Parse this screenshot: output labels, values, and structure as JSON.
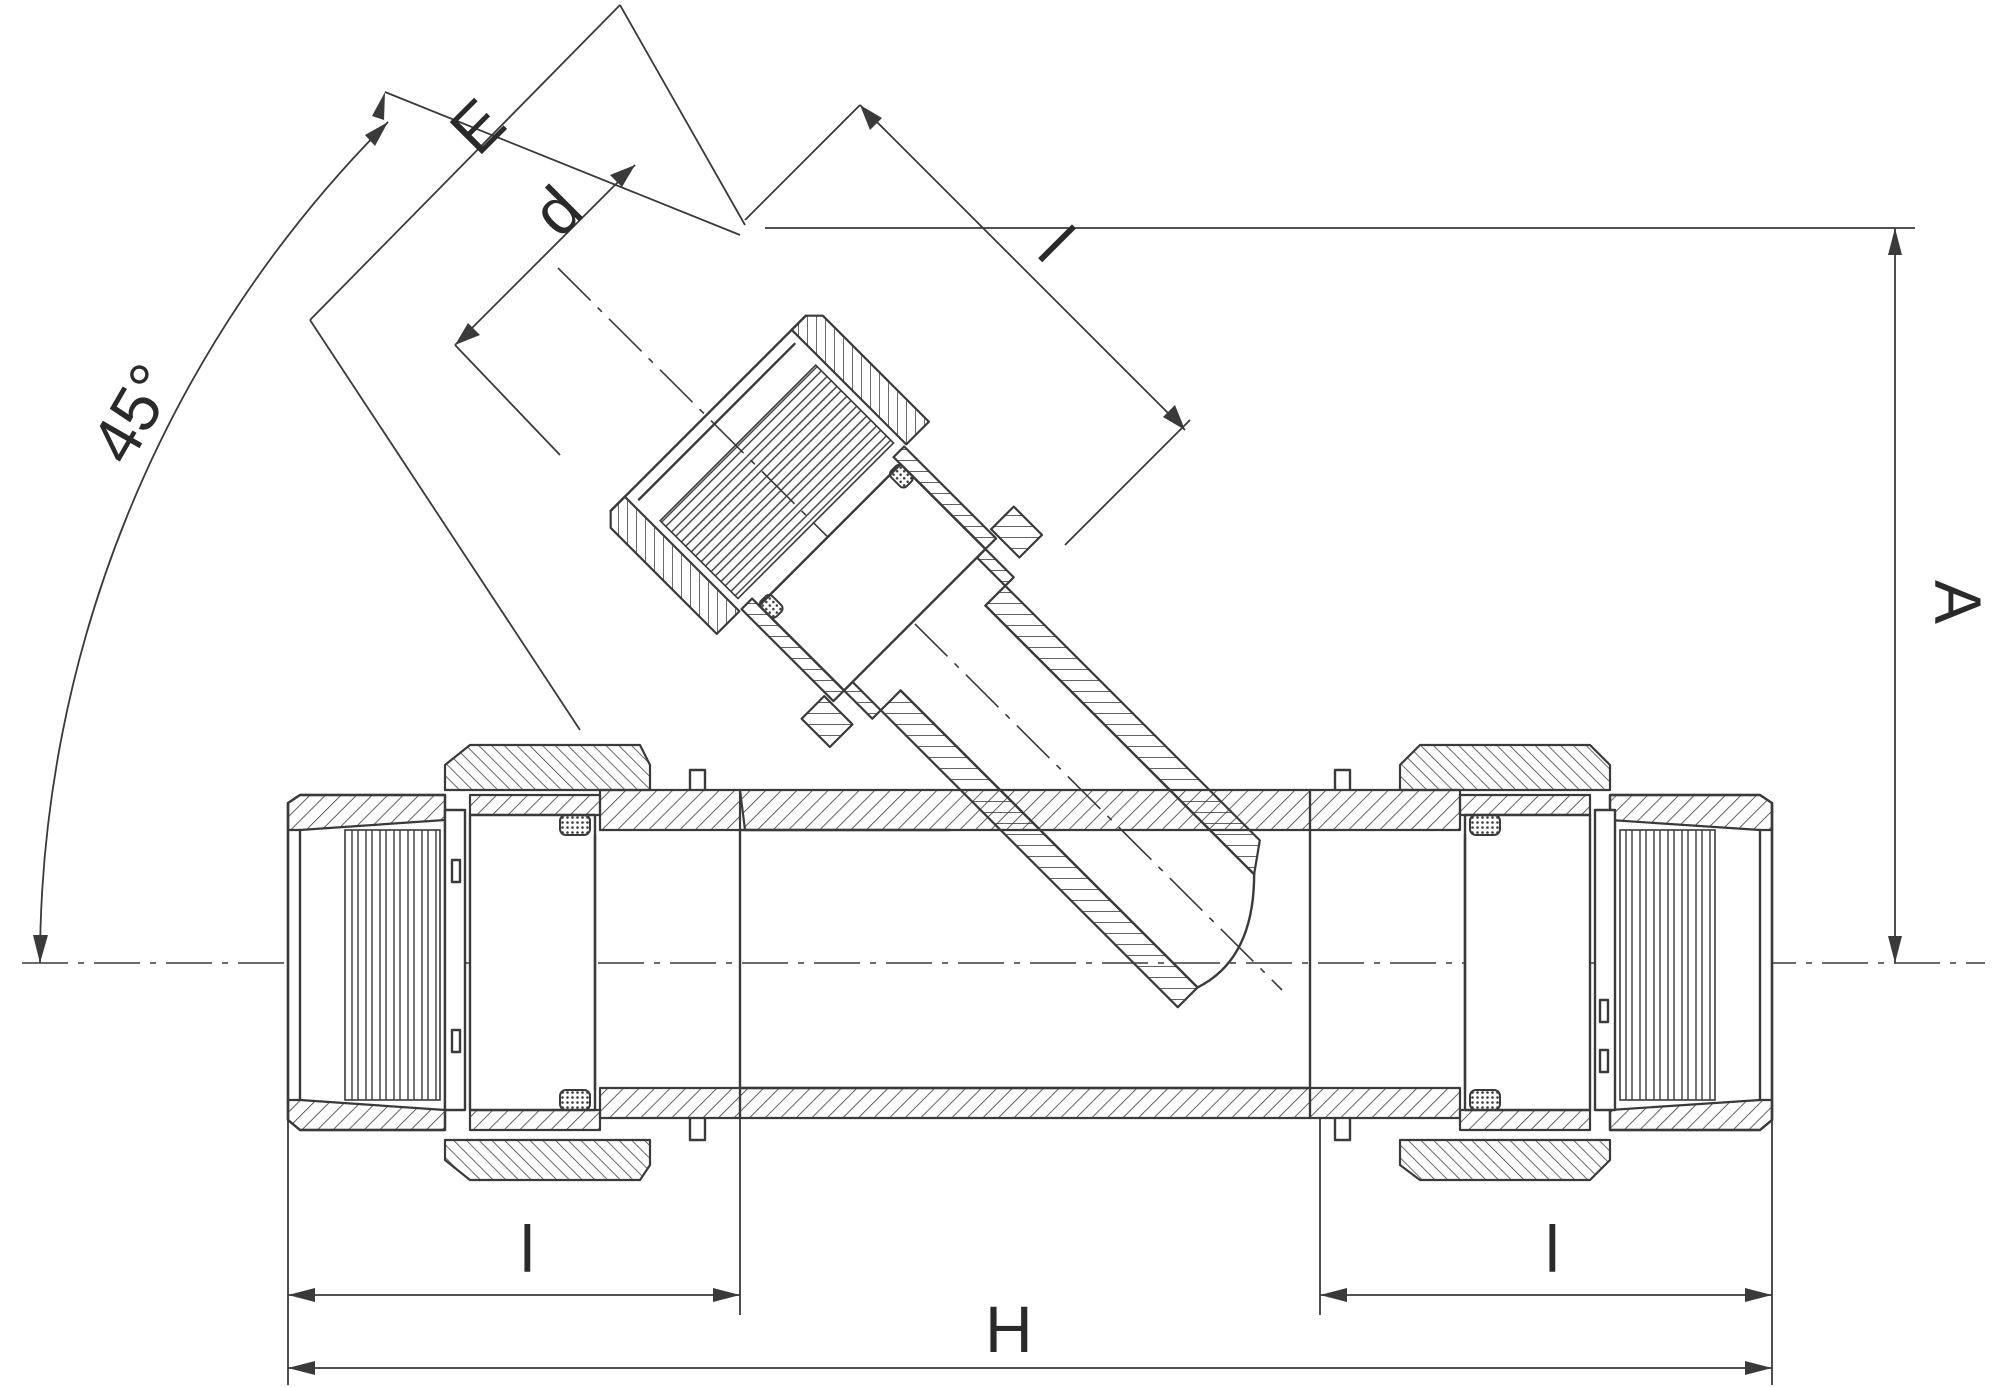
{
  "labels": {
    "angle": "45°",
    "E": "E",
    "d": "d",
    "l_branch": "l",
    "A": "A",
    "l_left": "l",
    "l_right": "l",
    "H": "H"
  },
  "colors": {
    "line": "#3a3a3a",
    "background": "#ffffff"
  }
}
